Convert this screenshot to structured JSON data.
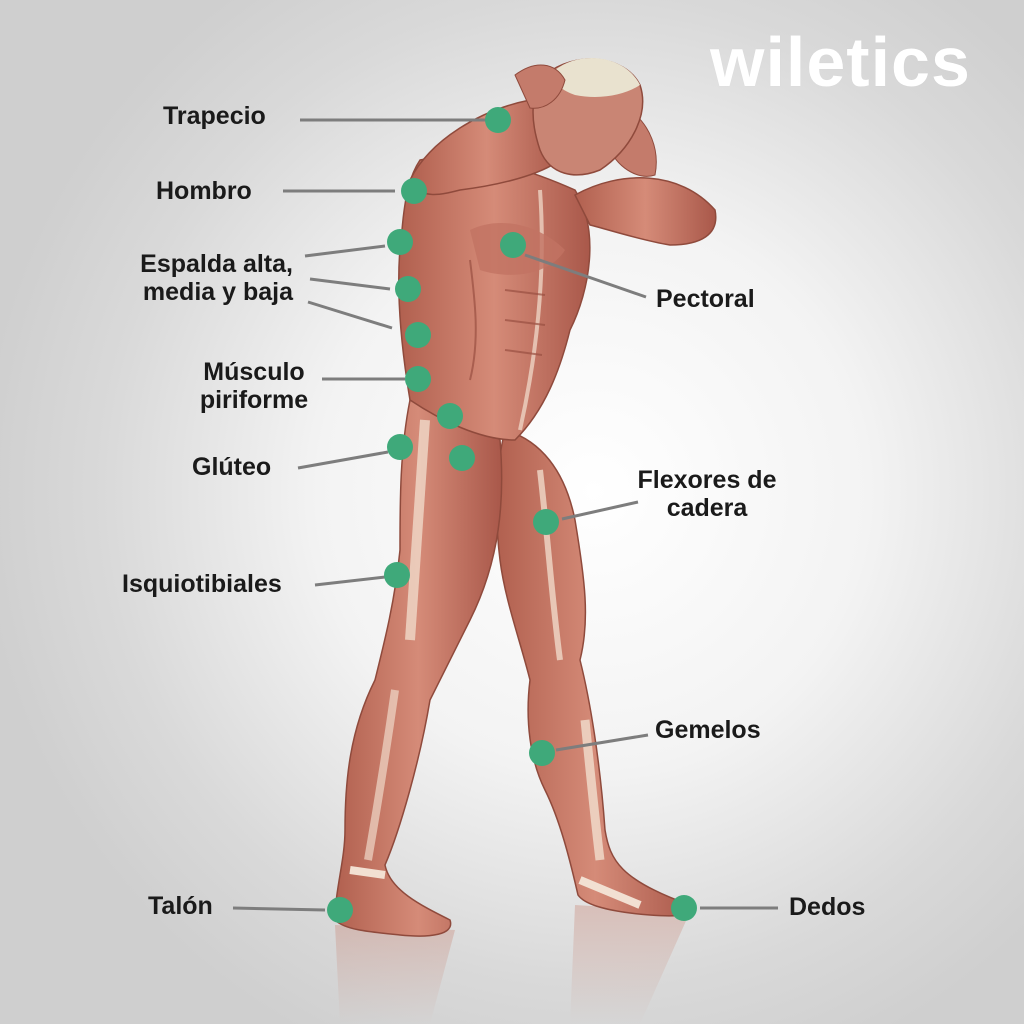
{
  "brand": {
    "logo_text": "wiletics"
  },
  "colors": {
    "marker": "#3fa97a",
    "muscle": "#c97a68",
    "muscle_dark": "#9c4c3e",
    "tendon": "#f1ddcd",
    "skull": "#e9e2cf",
    "leader": "#7d7d7d"
  },
  "labels": {
    "trapecio": "Trapecio",
    "hombro": "Hombro",
    "espalda_1": "Espalda alta,",
    "espalda_2": "media y baja",
    "musculo_1": "Músculo",
    "musculo_2": "piriforme",
    "gluteo": "Glúteo",
    "isquiotibiales": "Isquiotibiales",
    "talon": "Talón",
    "pectoral": "Pectoral",
    "flexores_1": "Flexores de",
    "flexores_2": "cadera",
    "gemelos": "Gemelos",
    "dedos": "Dedos"
  }
}
